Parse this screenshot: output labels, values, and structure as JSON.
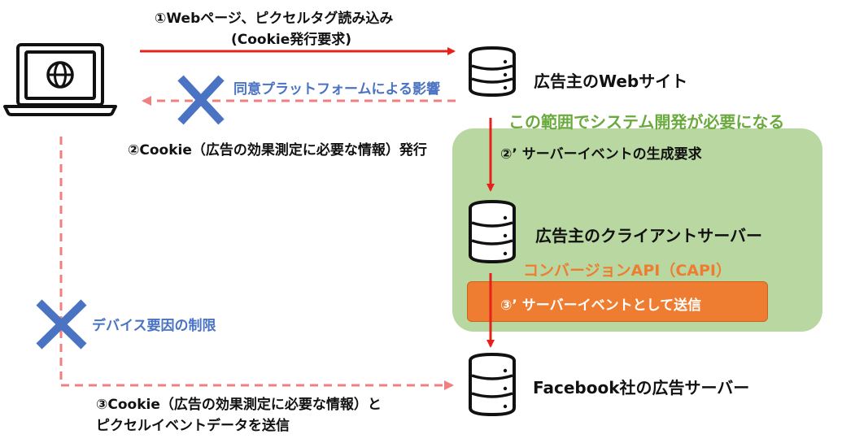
{
  "labels": {
    "step1_line1": "①Webページ、ピクセルタグ読み込み",
    "step1_line2": "(Cookie発行要求)",
    "consent_platform": "同意プラットフォームによる影響",
    "step2": "②Cookie（広告の効果測定に必要な情報）発行",
    "scope": "この範囲でシステム開発が必要になる",
    "step2_prime": "②’ サーバーイベントの生成要求",
    "capi": "コンバージョンAPI（CAPI）",
    "step3_prime": "③’ サーバーイベントとして送信",
    "device_limits": "デバイス要因の制限",
    "step3_line1": "③Cookie（広告の効果測定に必要な情報）と",
    "step3_line2": "ピクセルイベントデータを送信"
  },
  "nodes": {
    "website": "広告主のWebサイト",
    "client_server": "広告主のクライアントサーバー",
    "facebook_server": "Facebook社の広告サーバー"
  },
  "icons": {
    "laptop": "laptop-globe-icon",
    "database": "database-icon",
    "blocked": "blocked-x-icon"
  },
  "colors": {
    "red_arrow": "#e8201c",
    "dashed_arrow": "#f08080",
    "blue_text": "#4a73c4",
    "green_text": "#6aaa3c",
    "orange_text": "#ee7d31",
    "green_panel": "#b9d7a0",
    "orange_box": "#ee7d31",
    "blue_x": "#4a73c4"
  }
}
